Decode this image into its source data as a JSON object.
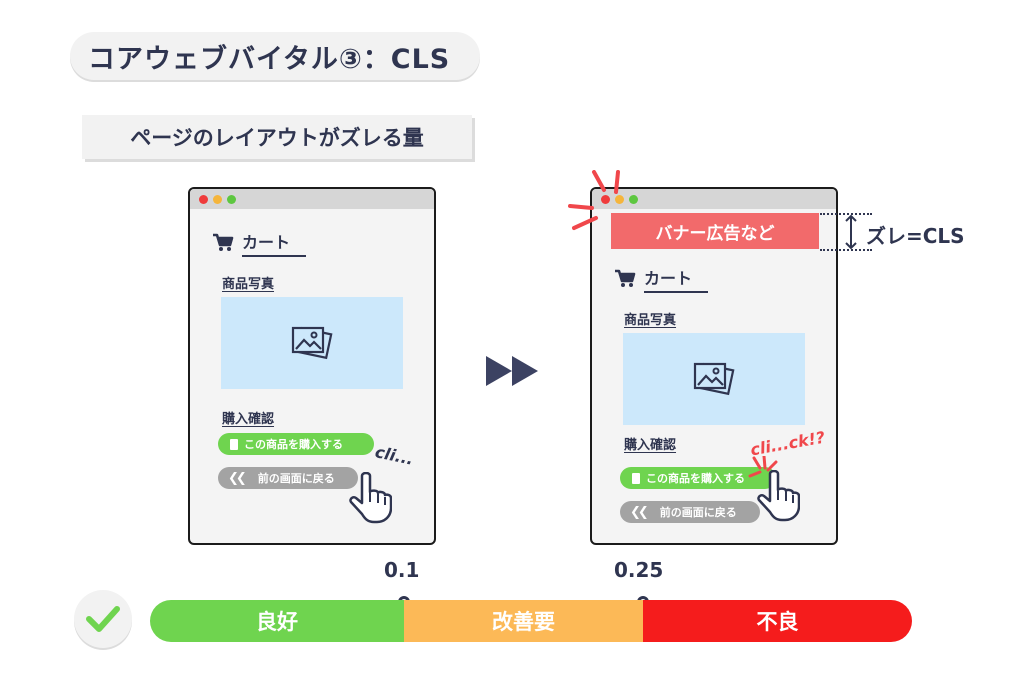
{
  "title": "コアウェブバイタル③：CLS",
  "subtitle": "ページのレイアウトがズレる量",
  "before": {
    "cart": "カート",
    "photo_label": "商品写真",
    "purchase_label": "購入確認",
    "buy_button": "この商品を購入する",
    "back_button": "前の画面に戻る",
    "click_text": "cli..."
  },
  "after": {
    "banner": "バナー広告など",
    "cart": "カート",
    "photo_label": "商品写真",
    "purchase_label": "購入確認",
    "buy_button": "この商品を購入する",
    "back_button": "前の画面に戻る",
    "click_text": "cli...ck!?"
  },
  "shift_label": "ズレ=CLS",
  "scale": {
    "thresholds": [
      "0.1",
      "0.25"
    ],
    "segments": [
      {
        "label": "良好",
        "color": "#6fd44f"
      },
      {
        "label": "改善要",
        "color": "#fcb957"
      },
      {
        "label": "不良",
        "color": "#f51c1c"
      }
    ]
  },
  "colors": {
    "ink": "#2f3550",
    "banner": "#f26a6b",
    "photo_bg": "#cce8fb",
    "button_green": "#6fd44f",
    "button_gray": "#a3a3a3",
    "check": "#6fd44f"
  }
}
